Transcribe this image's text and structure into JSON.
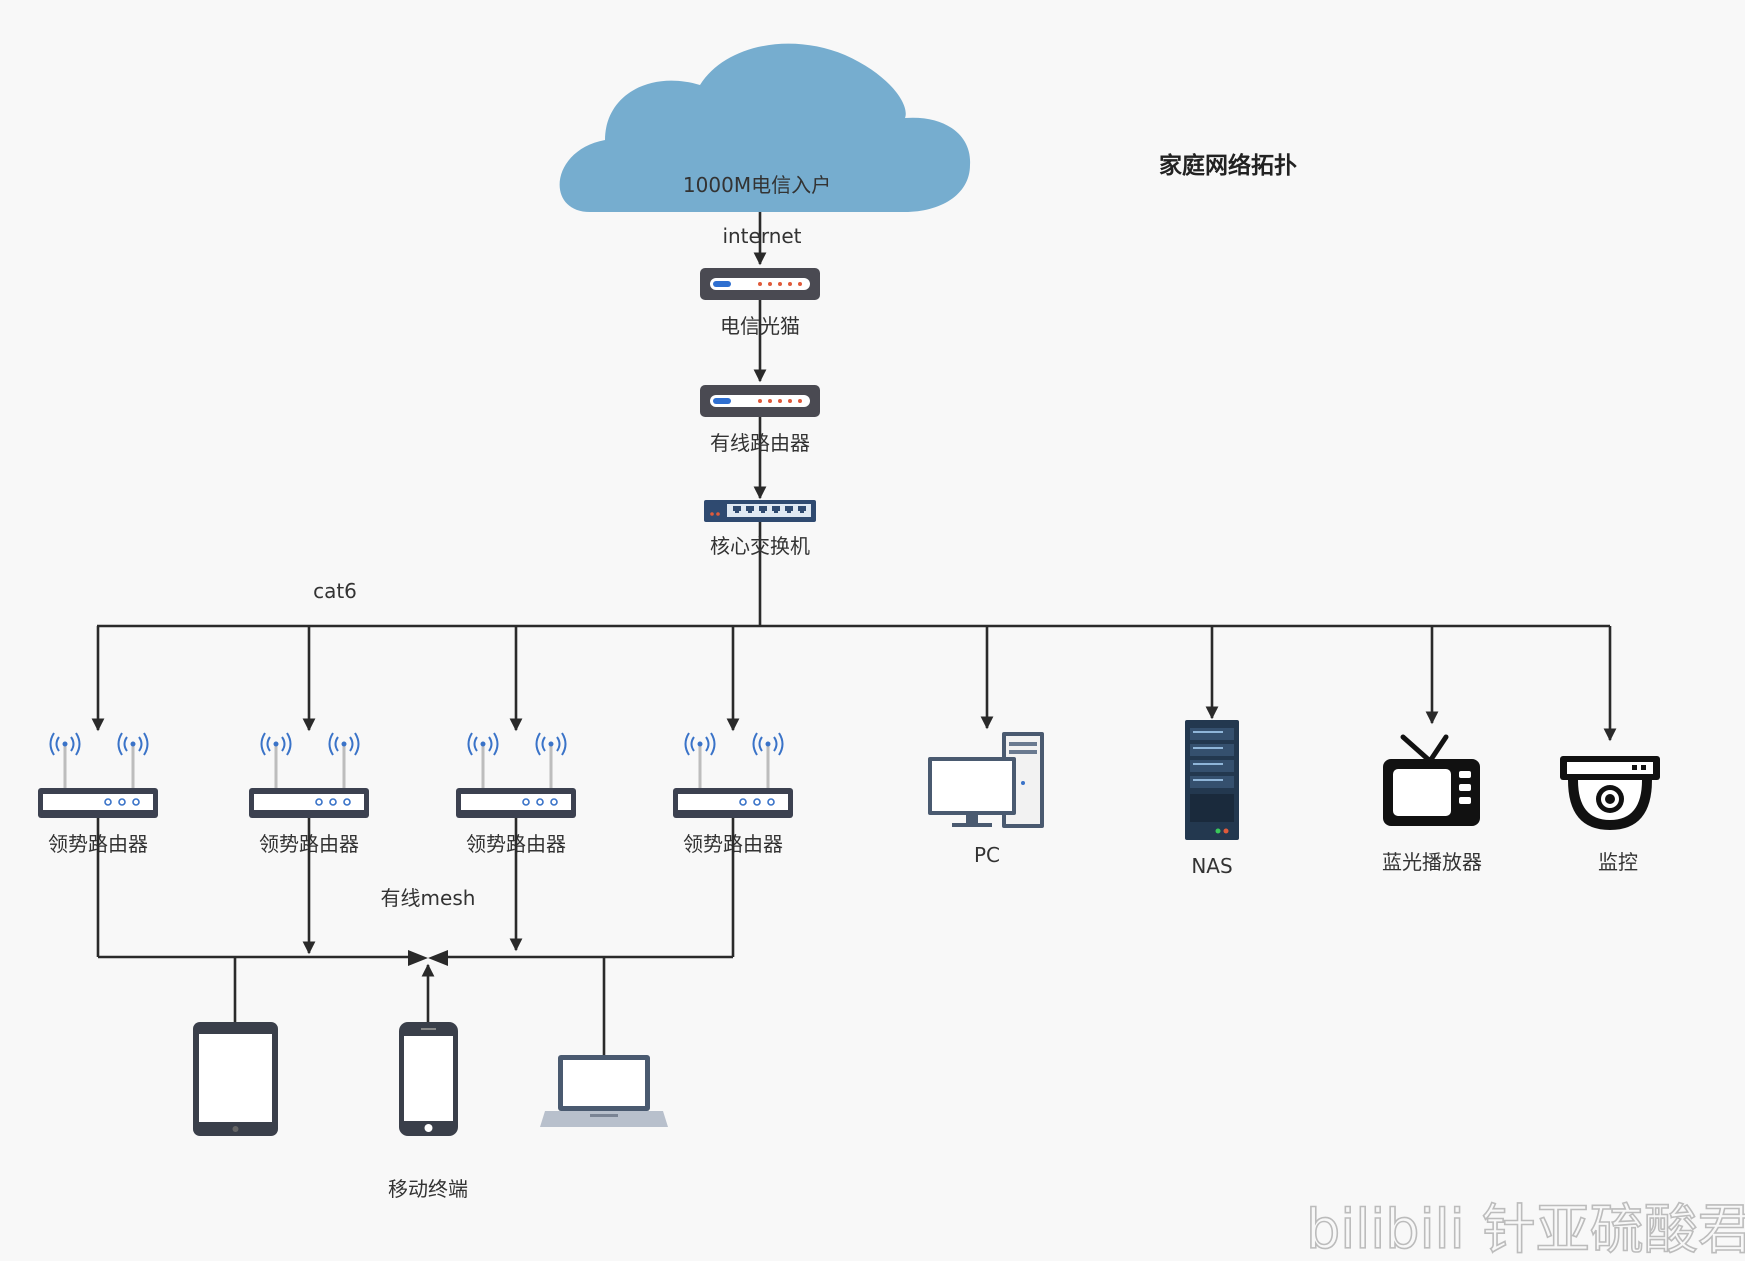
{
  "title": "家庭网络拓扑",
  "cloud": {
    "label": "1000M电信入户",
    "color": "#76adcf"
  },
  "links": {
    "internet": "internet",
    "cat6": "cat6",
    "mesh": "有线mesh"
  },
  "chain": [
    {
      "id": "modem",
      "label": "电信光猫",
      "icon": "modem-icon"
    },
    {
      "id": "wired_router",
      "label": "有线路由器",
      "icon": "router-icon"
    },
    {
      "id": "core_switch",
      "label": "核心交换机",
      "icon": "switch-icon"
    }
  ],
  "mesh_routers": [
    {
      "label": "领势路由器",
      "icon": "wireless-router-icon"
    },
    {
      "label": "领势路由器",
      "icon": "wireless-router-icon"
    },
    {
      "label": "领势路由器",
      "icon": "wireless-router-icon"
    },
    {
      "label": "领势路由器",
      "icon": "wireless-router-icon"
    }
  ],
  "endpoints": [
    {
      "label": "PC",
      "icon": "pc-icon"
    },
    {
      "label": "NAS",
      "icon": "nas-icon"
    },
    {
      "label": "蓝光播放器",
      "icon": "tv-icon"
    },
    {
      "label": "监控",
      "icon": "camera-icon"
    }
  ],
  "mobile": {
    "label": "移动终端",
    "devices": [
      "tablet-icon",
      "phone-icon",
      "laptop-icon"
    ]
  },
  "watermark": "bilibili 针亚硫酸君"
}
